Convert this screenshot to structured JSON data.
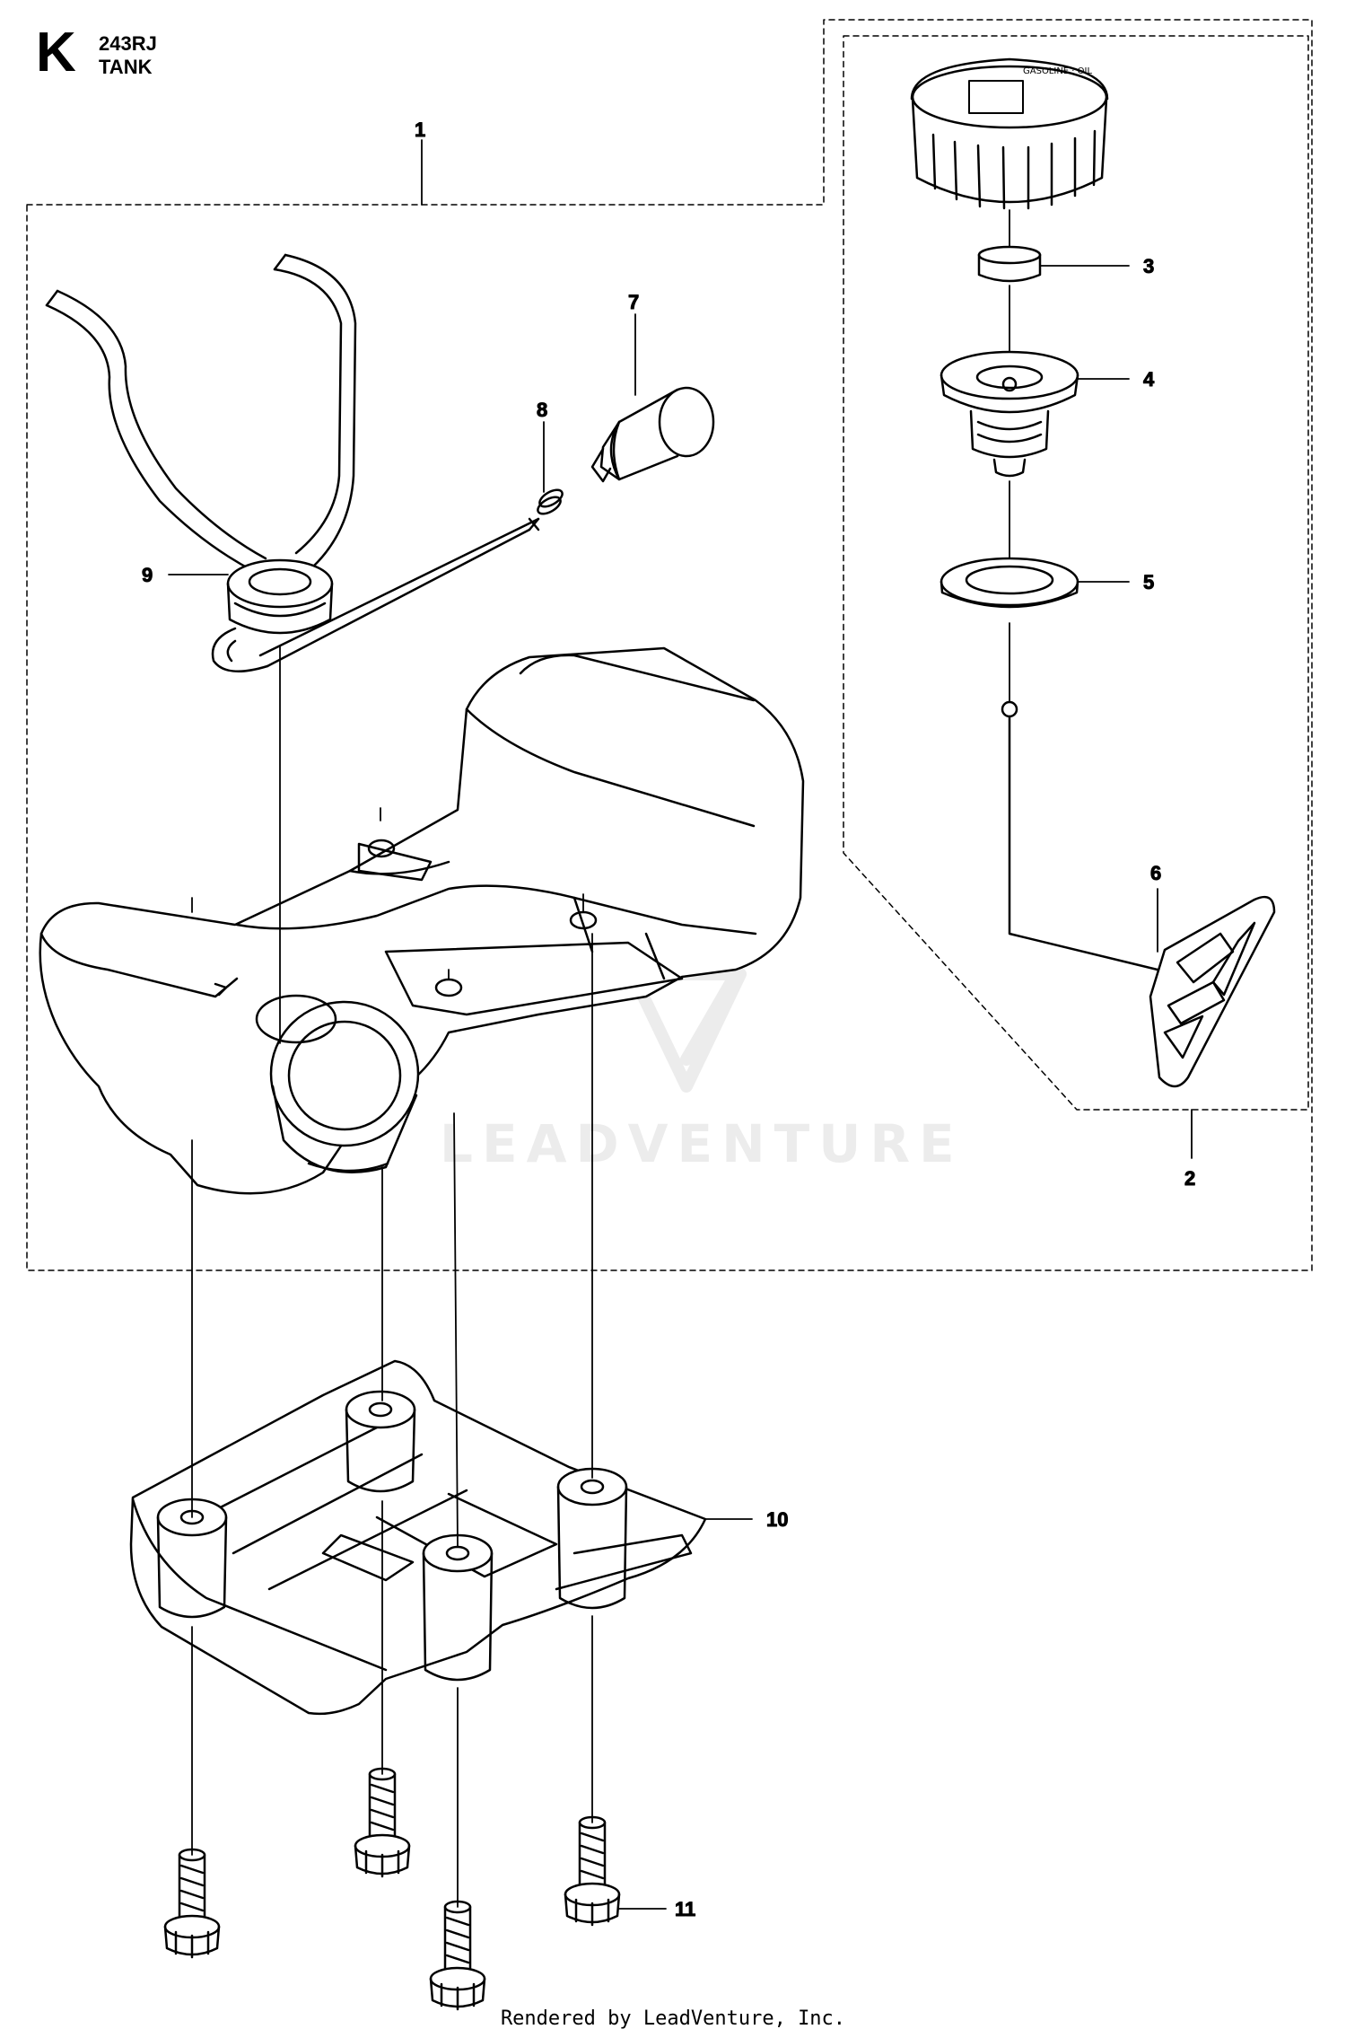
{
  "header": {
    "section_letter": "K",
    "model": "243RJ",
    "title": "TANK"
  },
  "callouts": [
    {
      "id": "c1",
      "label": "1"
    },
    {
      "id": "c2",
      "label": "2"
    },
    {
      "id": "c3",
      "label": "3"
    },
    {
      "id": "c4",
      "label": "4"
    },
    {
      "id": "c5",
      "label": "5"
    },
    {
      "id": "c6",
      "label": "6"
    },
    {
      "id": "c7",
      "label": "7"
    },
    {
      "id": "c8",
      "label": "8"
    },
    {
      "id": "c9",
      "label": "9"
    },
    {
      "id": "c10",
      "label": "10"
    },
    {
      "id": "c11",
      "label": "11"
    }
  ],
  "watermark_text": "LEADVENTURE",
  "footer": {
    "text": "Rendered by LeadVenture, Inc."
  },
  "colors": {
    "ink": "#000000",
    "watermark": "#ececec"
  }
}
